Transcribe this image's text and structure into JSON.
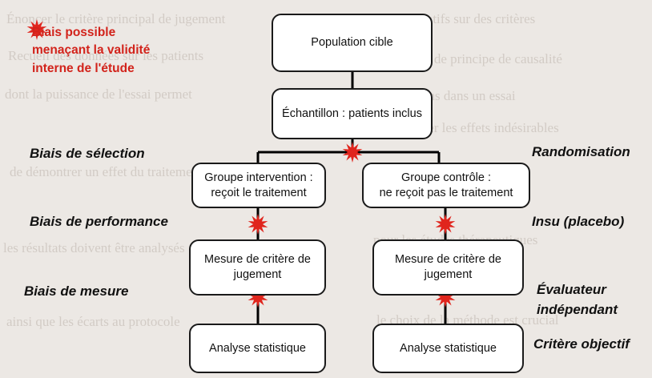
{
  "colors": {
    "starburst": "#e0251d",
    "legend_text": "#d2231b",
    "box_border": "#1a1a1a",
    "line": "#000000"
  },
  "legend": {
    "icon": "starburst-icon",
    "text": "Biais possible\nmenaçant la validité\ninterne de l'étude"
  },
  "boxes": {
    "population": "Population cible",
    "echantillon": "Échantillon : patients inclus",
    "intervention": "Groupe intervention :\nreçoit le traitement",
    "controle": "Groupe contrôle :\nne reçoit pas le traitement",
    "mesure_left": "Mesure de critère de\njugement",
    "mesure_right": "Mesure de critère de\njugement",
    "analyse_left": "Analyse statistique",
    "analyse_right": "Analyse statistique"
  },
  "left_labels": {
    "selection": "Biais de sélection",
    "performance": "Biais de performance",
    "mesure": "Biais de mesure"
  },
  "right_labels": {
    "randomisation": "Randomisation",
    "insu": "Insu (placebo)",
    "evaluateur": "Évaluateur\nindépendant",
    "critere": "Critère objectif"
  }
}
